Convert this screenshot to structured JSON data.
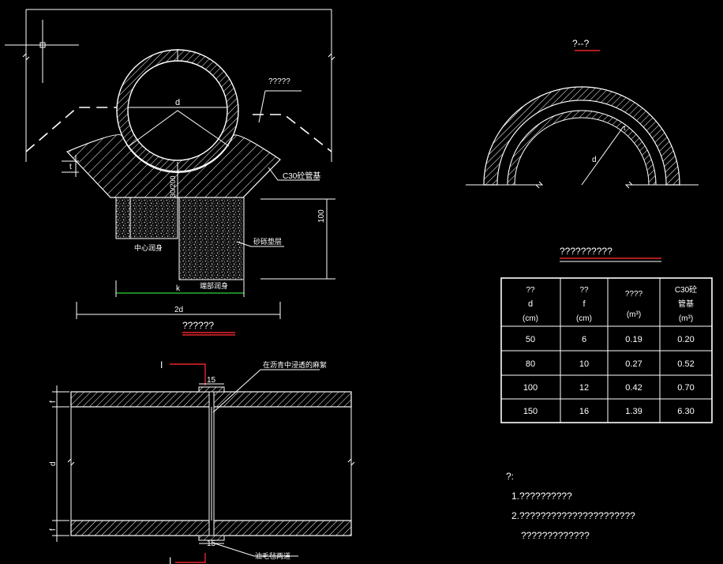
{
  "section_title": "??????",
  "half_section_title": "?--?",
  "longitudinal_marker": "I",
  "labels": {
    "pipe_d": "d",
    "thickness_t": "t",
    "base_label": "C30砼管基",
    "dim_100": "100",
    "dim_30_200": "30/200",
    "center_zone": "中心润身",
    "side_zone": "端部润身",
    "sand_layer": "砂砾垫层",
    "label_qmark": "?????",
    "dim_k": "k",
    "dim_2d": "2d",
    "dim_15_top": "15",
    "dim_15_bottom": "15",
    "long_d": "d",
    "long_f_top": "f",
    "long_f_bottom": "f",
    "joint_note_top": "在沥青中浸透的麻絮",
    "joint_note_bottom": "油毛毡两道",
    "half_d": "d",
    "half_t": "t"
  },
  "table": {
    "title": "??????????",
    "headers": [
      [
        "??",
        "d",
        "(cm)"
      ],
      [
        "??",
        "f",
        "(cm)"
      ],
      [
        "????",
        "(m³)"
      ],
      [
        "C30砼",
        "管基",
        "(m³)"
      ]
    ],
    "rows": [
      [
        "50",
        "6",
        "0.19",
        "0.20"
      ],
      [
        "80",
        "10",
        "0.27",
        "0.52"
      ],
      [
        "100",
        "12",
        "0.42",
        "0.70"
      ],
      [
        "150",
        "16",
        "1.39",
        "6.30"
      ]
    ]
  },
  "notes": {
    "heading": "?:",
    "items": [
      "1.??????????",
      "2.??????????????????????",
      "?????????????"
    ]
  }
}
